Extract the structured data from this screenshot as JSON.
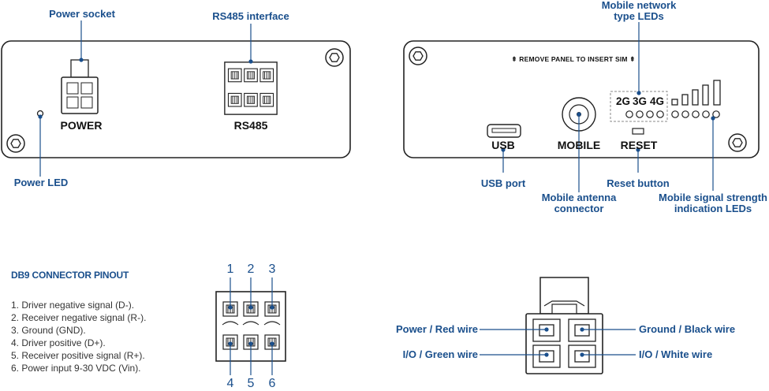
{
  "front_panel": {
    "power_text": "POWER",
    "rs485_text": "RS485",
    "callouts": {
      "power_socket": "Power socket",
      "rs485_interface": "RS485 interface",
      "power_led": "Power LED"
    }
  },
  "back_panel": {
    "notice": "⇞ REMOVE PANEL TO INSERT SIM ⇞",
    "usb_text": "USB",
    "mobile_text": "MOBILE",
    "reset_text": "RESET",
    "network_types": [
      "2G",
      "3G",
      "4G"
    ],
    "callouts": {
      "mobile_network_type_leds": "Mobile network\ntype LEDs",
      "usb_port": "USB port",
      "mobile_antenna_connector": "Mobile antenna\nconnector",
      "reset_button": "Reset button",
      "mobile_signal_strength_leds": "Mobile signal strength\nindication LEDs"
    }
  },
  "db9": {
    "title": "DB9 CONNECTOR PINOUT",
    "pinout": [
      "1. Driver negative signal (D-).",
      "2. Receiver negative signal (R-).",
      "3. Ground (GND).",
      "4. Driver positive (D+).",
      "5. Receiver positive signal (R+).",
      "6. Power input 9-30 VDC (Vin)."
    ],
    "pin_numbers_top": [
      "1",
      "2",
      "3"
    ],
    "pin_numbers_bottom": [
      "4",
      "5",
      "6"
    ]
  },
  "power_connector": {
    "wires": {
      "top_left": "Power / Red wire",
      "top_right": "Ground / Black wire",
      "bottom_left": "I/O / Green wire",
      "bottom_right": "I/O / White wire"
    }
  },
  "colors": {
    "label": "#1a4f8c",
    "outline": "#222222"
  }
}
